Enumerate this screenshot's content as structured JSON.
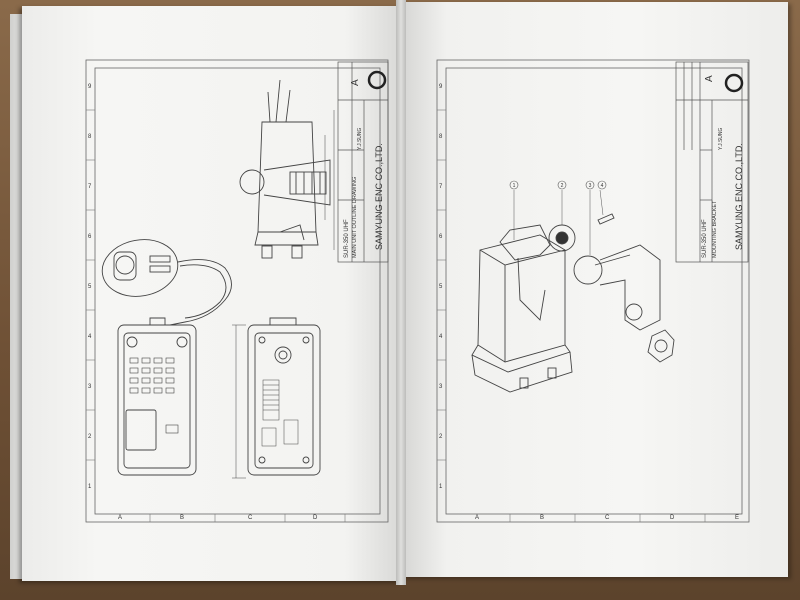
{
  "left_sheet": {
    "company": "SAMYUNG ENC CO.,LTD.",
    "model": "SUR-350 UHF",
    "drawing_title": "MAIN UNIT OUTLINE DRAWING",
    "drawn_by": "Y.J.SUNG",
    "revision": "A",
    "row_labels": [
      "9",
      "8",
      "7",
      "6",
      "5",
      "4",
      "3",
      "2",
      "1"
    ],
    "col_labels": [
      "A",
      "B",
      "C",
      "D"
    ]
  },
  "right_sheet": {
    "company": "SAMYUNG ENC CO.,LTD.",
    "model": "SUR-350 UHF",
    "drawing_title": "MOUNTING BRACKET",
    "drawn_by": "Y.J.SUNG",
    "revision": "A",
    "row_labels": [
      "9",
      "8",
      "7",
      "6",
      "5",
      "4",
      "3",
      "2",
      "1"
    ],
    "col_labels": [
      "A",
      "B",
      "C",
      "D",
      "E"
    ],
    "callouts": [
      "1",
      "2",
      "3",
      "4"
    ]
  },
  "colors": {
    "table": "#6e5035",
    "paper": "#f4f4f2",
    "line": "#555555"
  }
}
